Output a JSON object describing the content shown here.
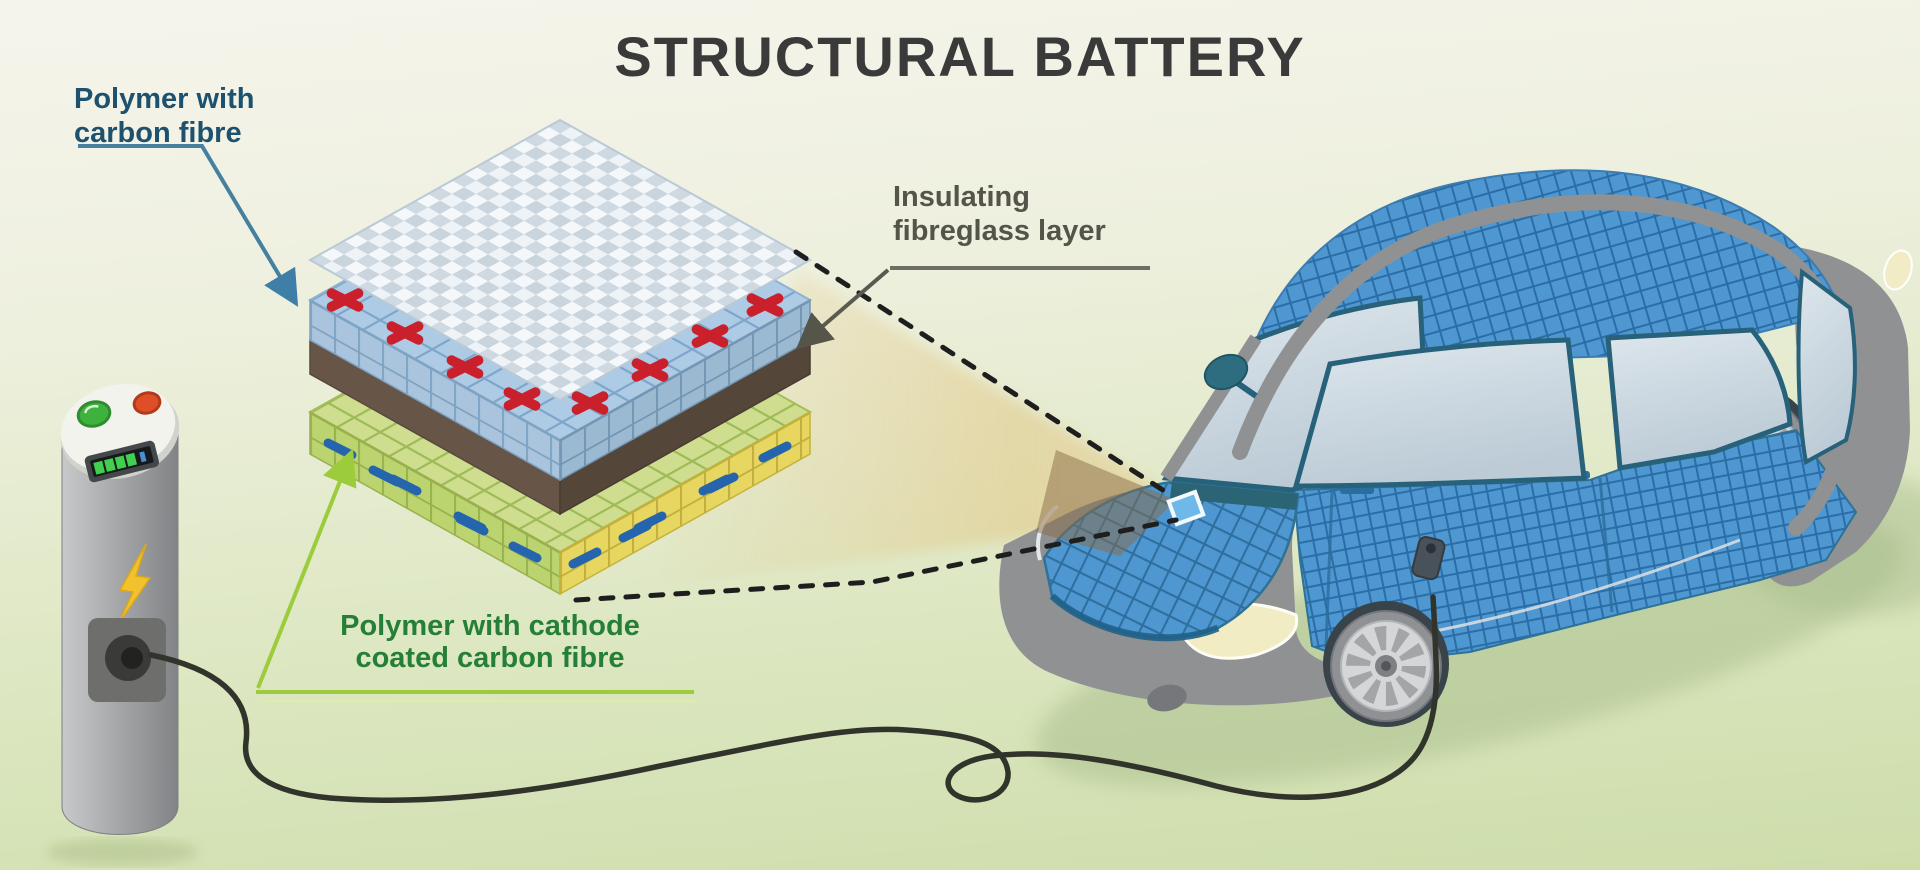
{
  "title": "STRUCTURAL BATTERY",
  "labels": {
    "polymer_carbon_fibre": {
      "line1": "Polymer with",
      "line2": "carbon fibre",
      "color": "#1d516d"
    },
    "insulating_fibreglass": {
      "line1": "Insulating",
      "line2": "fibreglass layer",
      "color": "#54544a"
    },
    "polymer_cathode": {
      "line1": "Polymer with cathode",
      "line2": "coated carbon fibre",
      "color": "#267f36"
    }
  },
  "battery_diagram": {
    "layers": [
      {
        "name": "carbon-fibre-weave-top",
        "color": "#dfe8ef"
      },
      {
        "name": "polymer-with-carbon-fibre-anode",
        "symbol": "+",
        "symbol_color": "#c9202c",
        "color": "#aecbe5"
      },
      {
        "name": "insulating-fibreglass-layer",
        "color": "#675648"
      },
      {
        "name": "polymer-with-cathode-coated-carbon-fibre",
        "symbol": "−",
        "symbol_color": "#2565ae",
        "color": "#cede8e"
      }
    ]
  },
  "charging_station": {
    "status_lights": [
      "green",
      "red"
    ],
    "charge_level_bars": 4,
    "icons": [
      "green-status-light",
      "red-status-light",
      "battery-level-display",
      "lightning-bolt-icon",
      "cable-socket"
    ]
  },
  "scene": {
    "car": "electric hatchback with carbon-fibre grid body",
    "cable": "charging cable from station to car",
    "sample_marker": "highlighted square on hood linked to battery cutaway by dashed lines"
  },
  "colors": {
    "background_top": "#f5f4ec",
    "background_bottom": "#cdddaa",
    "car_blue": "#4f97d0",
    "grid_blue": "#2b6da6",
    "plus_red": "#c9202c",
    "minus_blue": "#2565ae",
    "separator_brown": "#675648",
    "cathode_yellow": "#e7d65f",
    "cathode_green": "#bcd470",
    "bolt_yellow": "#f2c12e",
    "cable_black": "#30342b"
  }
}
